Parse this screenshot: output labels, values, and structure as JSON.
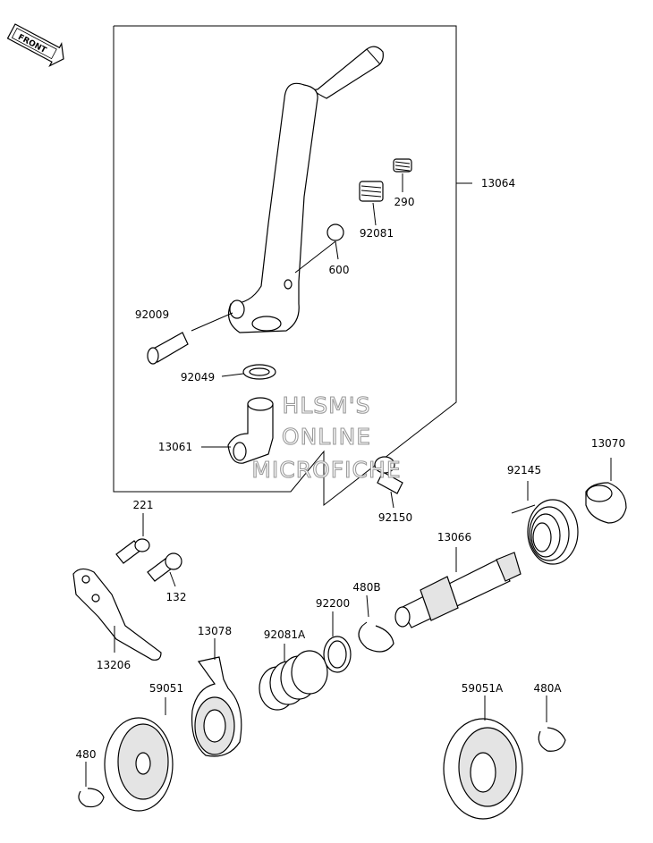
{
  "front_marker": "FRONT",
  "watermark": [
    "HLSM'S",
    "ONLINE",
    "MICROFICHE"
  ],
  "parts": {
    "kick_pedal_assy": "13064",
    "spring_small": "290",
    "spring": "92081",
    "ball": "600",
    "bolt_pedal": "92009",
    "oil_seal": "92049",
    "boss": "13061",
    "bolt_boss": "92150",
    "collar": "13070",
    "kick_spring": "92145",
    "kick_shaft": "13066",
    "bolt_221": "221",
    "bolt_132": "132",
    "guide_plate": "13206",
    "ratchet_gear": "13078",
    "spring_92081a": "92081A",
    "washer": "92200",
    "circlip_480b": "480B",
    "kick_gear": "59051",
    "idle_gear": "59051A",
    "circlip_480a": "480A",
    "circlip_480": "480"
  }
}
